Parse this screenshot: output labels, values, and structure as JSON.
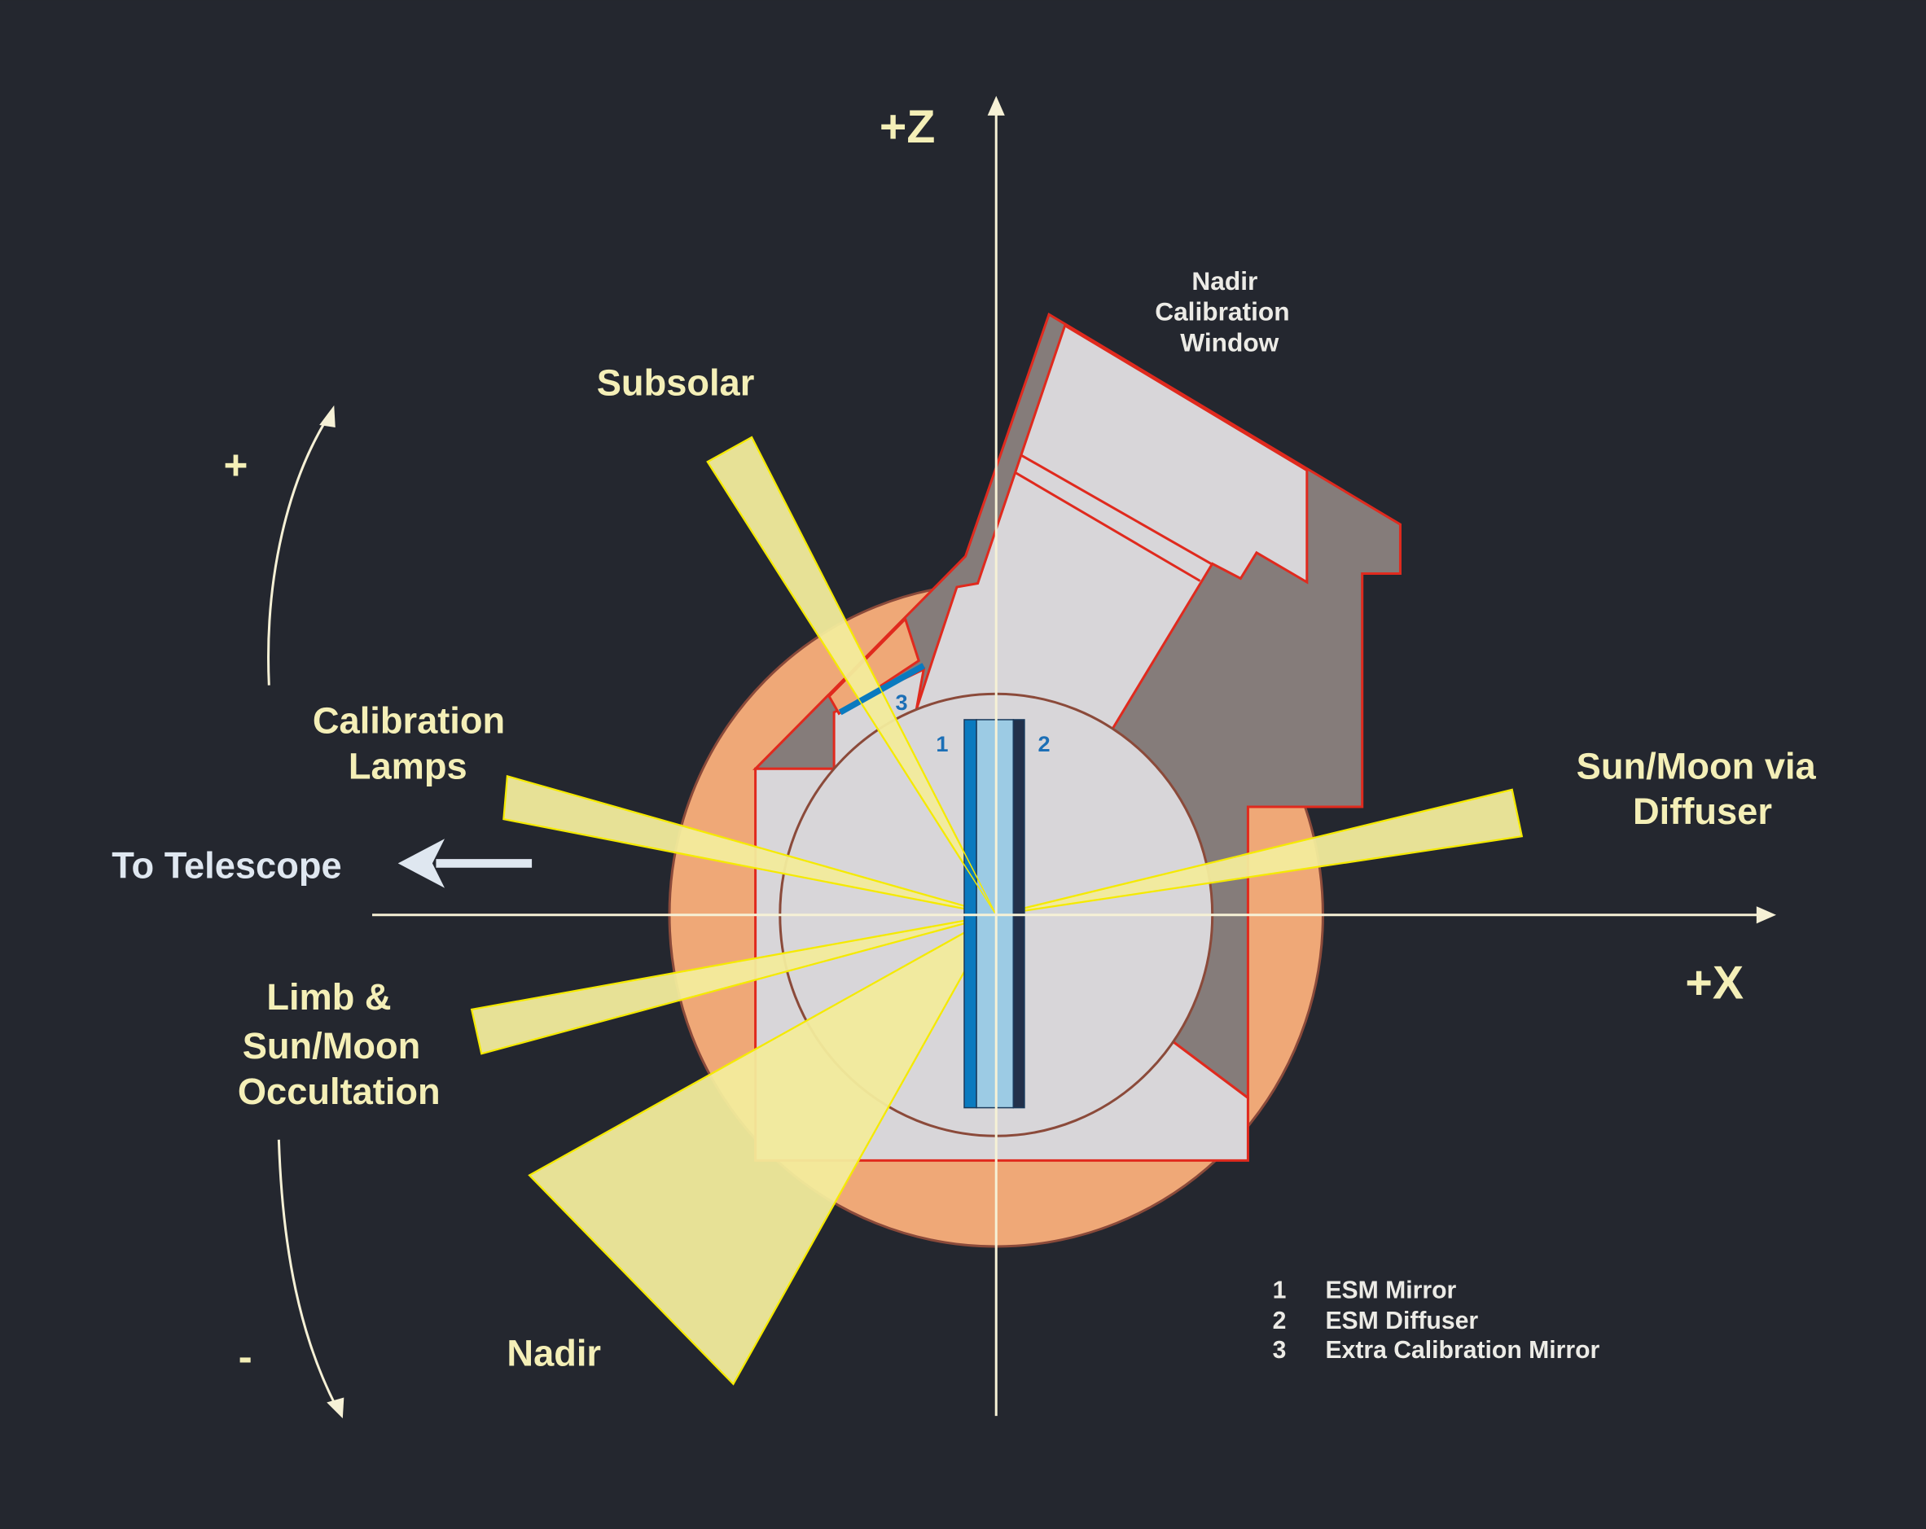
{
  "axes": {
    "z_label": "+Z",
    "x_label": "+X"
  },
  "rotation": {
    "plus": "+",
    "minus": "-"
  },
  "labels": {
    "nadir_calibration_window": [
      "Nadir",
      "Calibration",
      "Window"
    ],
    "subsolar": "Subsolar",
    "calibration_lamps": [
      "Calibration",
      "Lamps"
    ],
    "to_telescope": "To Telescope",
    "limb": [
      "Limb &",
      "Sun/Moon",
      "Occultation"
    ],
    "nadir": "Nadir",
    "sun_moon_diffuser": [
      "Sun/Moon via",
      "Diffuser"
    ]
  },
  "markers": {
    "m1": "1",
    "m2": "2",
    "m3": "3"
  },
  "legend": [
    {
      "num": "1",
      "text": "ESM Mirror"
    },
    {
      "num": "2",
      "text": "ESM Diffuser"
    },
    {
      "num": "3",
      "text": "Extra Calibration Mirror"
    }
  ],
  "colors": {
    "background": "#24272f",
    "beam": "#f2eb9c",
    "orange_disc": "#efa877",
    "housing_light": "#d8d6d9",
    "housing_dark": "#857c7a",
    "outline": "#e02a1e",
    "mirror": "#0a7abf",
    "diffuser": "#22304a"
  }
}
